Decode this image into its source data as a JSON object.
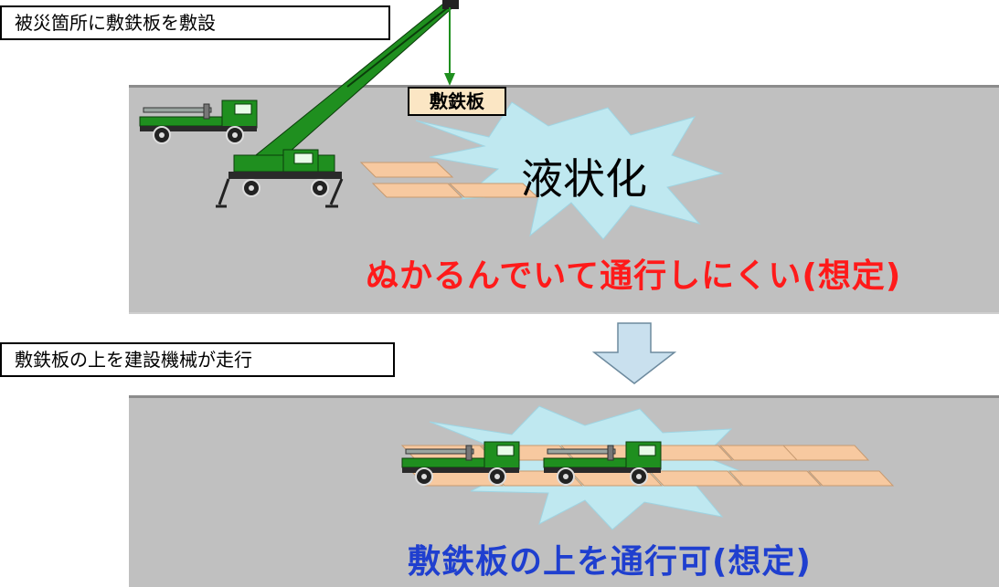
{
  "step1": {
    "caption": "被災箇所に敷鉄板を敷設",
    "tag_label": "敷鉄板",
    "burst_label": "液状化",
    "note": "ぬかるんでいて通行しにくい(想定)"
  },
  "step2": {
    "caption": "敷鉄板の上を建設機械が走行",
    "note": "敷鉄板の上を通行可(想定)"
  },
  "colors": {
    "panel": "#c0c0c0",
    "burst": "#bfe8f0",
    "plate": "#f7c9a0",
    "vehicle_green": "#1f8f1f",
    "arrow": "#c9e0ee",
    "red_text": "#ff1a1a",
    "blue_text": "#1f3fcf"
  },
  "icons": [
    "crane-truck-icon",
    "cargo-truck-icon",
    "down-arrow-icon",
    "burst-icon",
    "steel-plate-icon"
  ]
}
